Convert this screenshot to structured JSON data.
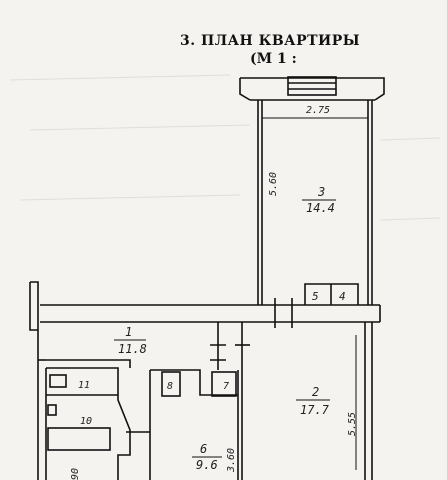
{
  "plan": {
    "title": "3. ПЛАН КВАРТИРЫ",
    "scale_text": "(М 1 :",
    "rooms": [
      {
        "number": "1",
        "area": "11.8"
      },
      {
        "number": "2",
        "area": "17.7"
      },
      {
        "number": "3",
        "area": "14.4"
      },
      {
        "number": "4",
        "area": ""
      },
      {
        "number": "5",
        "area": ""
      },
      {
        "number": "6",
        "area": "9.6"
      },
      {
        "number": "7",
        "area": ""
      },
      {
        "number": "8",
        "area": ""
      },
      {
        "number": "10",
        "area": ""
      },
      {
        "number": "11",
        "area": ""
      }
    ],
    "dimensions": {
      "room3_width": "2.75",
      "room3_length": "5.60",
      "room2_length": "5.55",
      "room6_length": "3.60",
      "left_edge": "90"
    }
  }
}
